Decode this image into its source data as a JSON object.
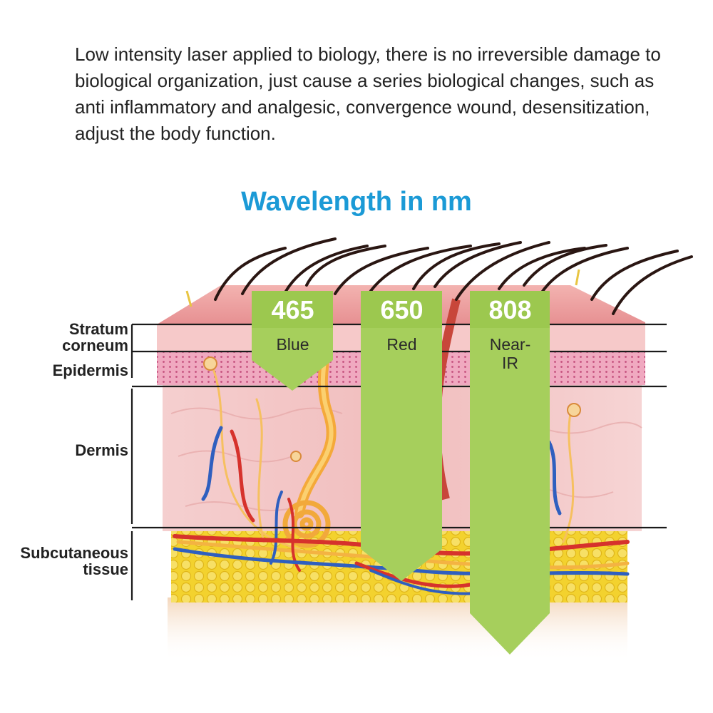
{
  "intro": {
    "lines": [
      "Low intensity laser applied to biology, there is no irreversible damage to",
      "biological organization, just cause a series biological changes, such as",
      "anti inflammatory and analgesic, convergence wound, desensitization,",
      "adjust the body function."
    ]
  },
  "title": "Wavelength in nm",
  "layers": [
    {
      "line1": "Stratum",
      "line2": "corneum"
    },
    {
      "line1": "Epidermis",
      "line2": ""
    },
    {
      "line1": "Dermis",
      "line2": ""
    },
    {
      "line1": "Subcutaneous",
      "line2": "tissue"
    }
  ],
  "wavelengths": [
    {
      "value": "465",
      "name_line1": "Blue",
      "name_line2": ""
    },
    {
      "value": "650",
      "name_line1": "Red",
      "name_line2": ""
    },
    {
      "value": "808",
      "name_line1": "Near-",
      "name_line2": "IR"
    }
  ],
  "colors": {
    "title": "#1b9ad6",
    "arrow": "#a6cf5c",
    "text": "#222222",
    "skin_top": "#e99a9a",
    "dermis": "#f3c4c4",
    "fat": "#f2d233",
    "vein": "#2f5fbf",
    "artery": "#d6322c",
    "nerve": "#f4b342"
  }
}
